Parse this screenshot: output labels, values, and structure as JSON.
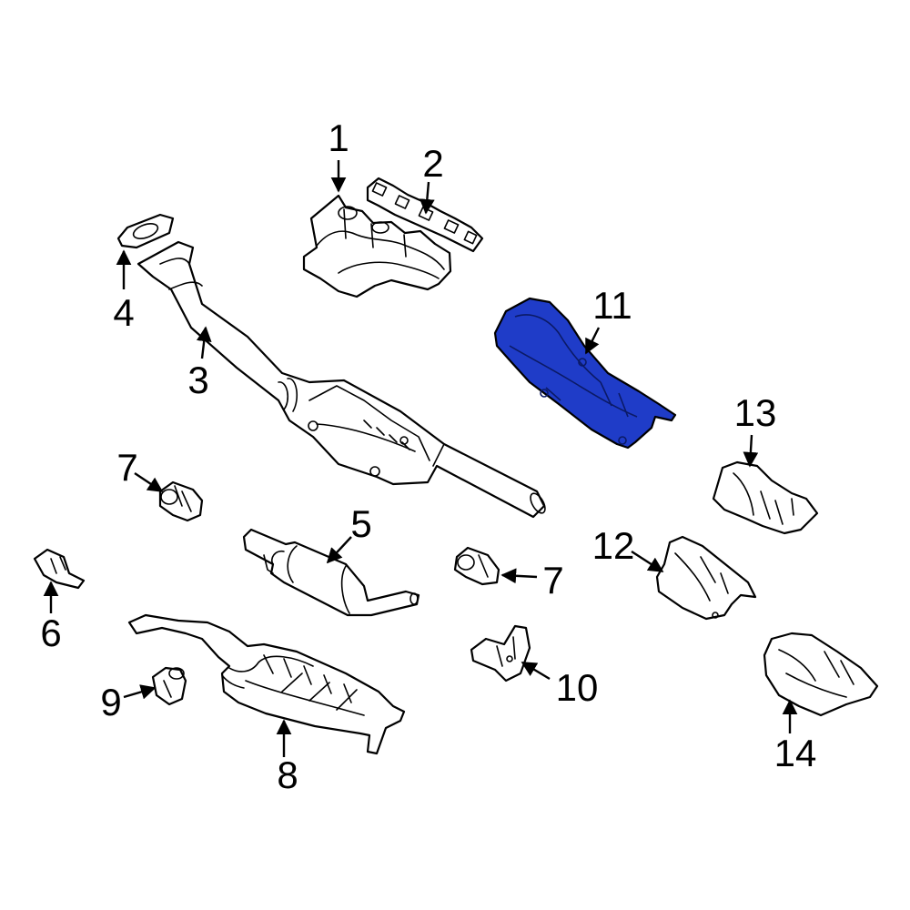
{
  "diagram": {
    "highlight_color": "#1f3cc8",
    "highlighted_part": "11",
    "callouts": {
      "c1": "1",
      "c2": "2",
      "c3": "3",
      "c4": "4",
      "c5": "5",
      "c6": "6",
      "c7a": "7",
      "c7b": "7",
      "c8": "8",
      "c9": "9",
      "c10": "10",
      "c11": "11",
      "c12": "12",
      "c13": "13",
      "c14": "14"
    }
  }
}
